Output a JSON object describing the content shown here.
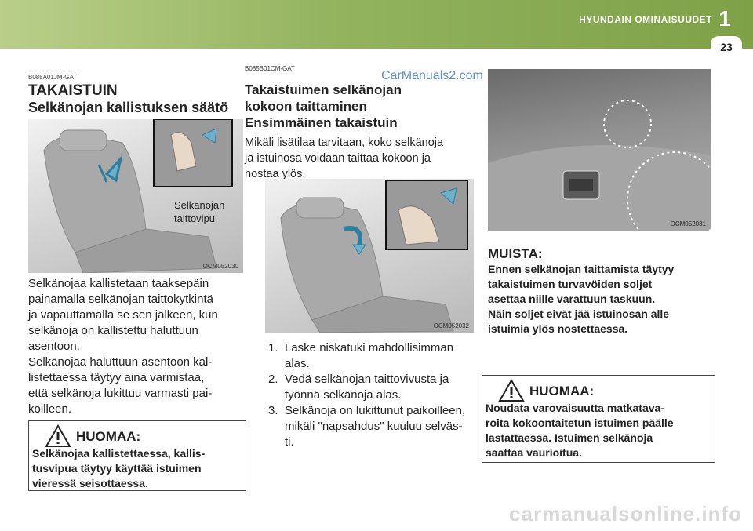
{
  "header": {
    "title": "HYUNDAIN OMINAISUUDET",
    "chapter": "1",
    "page": "23",
    "band_color": "#93b35f"
  },
  "watermark": "CarManuals2.com",
  "footer_watermark": "carmanualsonline.info",
  "left": {
    "code": "B085A01JM-GAT",
    "title": "TAKAISTUIN",
    "subtitle": "Selkänojan kallistuksen säätö",
    "image": {
      "callout_line1": "Selkänojan",
      "callout_line2": "taittovipu",
      "code": "OCM052030"
    },
    "body": [
      "Selkänojaa kallistetaan taaksepäin",
      "painamalla selkänojan taittokytkintä",
      "ja vapauttamalla se sen jälkeen, kun",
      "selkänoja on kallistettu haluttuun",
      "asentoon.",
      "Selkänojaa haluttuun asentoon kal-",
      "listettaessa täytyy aina varmistaa,",
      "että selkänoja lukittuu varmasti pai-",
      "koilleen."
    ],
    "warning": {
      "heading": "HUOMAA:",
      "lines": [
        "Selkänojaa kallistettaessa, kallis-",
        "tusvipua täytyy käyttää istuimen",
        "vieressä seisottaessa."
      ]
    }
  },
  "middle": {
    "code": "B085B01CM-GAT",
    "title_lines": [
      "Takaistuimen selkänojan",
      "kokoon taittaminen",
      "Ensimmäinen takaistuin"
    ],
    "intro": [
      "Mikäli lisätilaa tarvitaan, koko selkänoja",
      "ja istuinosa voidaan taittaa kokoon ja",
      "nostaa ylös."
    ],
    "image": {
      "code": "OCM052032"
    },
    "steps": [
      {
        "num": "1.",
        "lines": [
          "Laske niskatuki mahdollisimman",
          "alas."
        ]
      },
      {
        "num": "2.",
        "lines": [
          "Vedä selkänojan taittovivusta ja",
          "työnnä selkänoja alas."
        ]
      },
      {
        "num": "3.",
        "lines": [
          "Selkänoja on lukittunut paikoilleen,",
          "mikäli \"napsahdus\" kuuluu selväs-",
          "ti."
        ]
      }
    ]
  },
  "right": {
    "image": {
      "code": "OCM052031"
    },
    "muista": {
      "title": "MUISTA:",
      "lines": [
        "Ennen selkänojan taittamista täytyy",
        "takaistuimen turvavöiden soljet",
        "asettaa niille varattuun taskuun.",
        "Näin soljet eivät jää istuinosan alle",
        "istuimia ylös nostettaessa."
      ]
    },
    "warning": {
      "heading": "HUOMAA:",
      "lines": [
        "Noudata varovaisuutta matkatava-",
        "roita kokoontaitetun istuimen päälle",
        "lastattaessa. Istuimen selkänoja",
        "saattaa vaurioitua."
      ]
    }
  }
}
